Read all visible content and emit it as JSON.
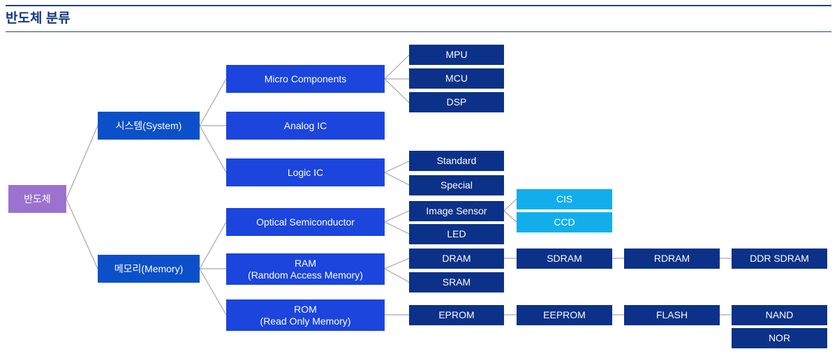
{
  "header": {
    "title": "반도체 분류",
    "rule_color": "#1f3f8f",
    "title_color": "#16387f"
  },
  "colors": {
    "root": "#9b72cf",
    "level1": "#0b50c8",
    "level2": "#1b45dd",
    "level3": "#0b3189",
    "sensor": "#12aeec",
    "connector": "#a6a6a6",
    "text": "#ffffff",
    "background": "#ffffff"
  },
  "diagram": {
    "type": "tree",
    "root": {
      "label": "반도체"
    },
    "branches": [
      {
        "label": "시스템(System)",
        "children": [
          {
            "label": "Micro Components",
            "children": [
              {
                "label": "MPU"
              },
              {
                "label": "MCU"
              },
              {
                "label": "DSP"
              }
            ]
          },
          {
            "label": "Analog IC",
            "children": []
          },
          {
            "label": "Logic IC",
            "children": [
              {
                "label": "Standard"
              },
              {
                "label": "Special"
              }
            ]
          }
        ]
      },
      {
        "label": "메모리(Memory)",
        "children": [
          {
            "label": "Optical Semiconductor",
            "children": [
              {
                "label": "Image Sensor",
                "children": [
                  {
                    "label": "CIS"
                  },
                  {
                    "label": "CCD"
                  }
                ]
              },
              {
                "label": "LED"
              }
            ]
          },
          {
            "label": "RAM\n(Random Access Memory)",
            "line1": "RAM",
            "line2": "(Random Access Memory)",
            "children": [
              {
                "label": "DRAM",
                "chain": [
                  {
                    "label": "SDRAM"
                  },
                  {
                    "label": "RDRAM"
                  },
                  {
                    "label": "DDR SDRAM"
                  }
                ]
              },
              {
                "label": "SRAM"
              }
            ]
          },
          {
            "label": "ROM\n(Read Only Memory)",
            "line1": "ROM",
            "line2": "(Read Only Memory)",
            "children": [
              {
                "label": "EPROM",
                "chain": [
                  {
                    "label": "EEPROM"
                  },
                  {
                    "label": "FLASH"
                  },
                  {
                    "label": "NAND"
                  },
                  {
                    "label": "NOR"
                  }
                ]
              }
            ]
          }
        ]
      }
    ],
    "nodes": {
      "root": "반도체",
      "system": "시스템(System)",
      "memory": "메모리(Memory)",
      "micro_components": "Micro Components",
      "analog_ic": "Analog IC",
      "logic_ic": "Logic IC",
      "optical_semiconductor": "Optical Semiconductor",
      "ram_line1": "RAM",
      "ram_line2": "(Random Access Memory)",
      "rom_line1": "ROM",
      "rom_line2": "(Read Only Memory)",
      "mpu": "MPU",
      "mcu": "MCU",
      "dsp": "DSP",
      "standard": "Standard",
      "special": "Special",
      "image_sensor": "Image Sensor",
      "led": "LED",
      "dram": "DRAM",
      "sram": "SRAM",
      "eprom": "EPROM",
      "cis": "CIS",
      "ccd": "CCD",
      "sdram": "SDRAM",
      "rdram": "RDRAM",
      "ddr_sdram": "DDR SDRAM",
      "eeprom": "EEPROM",
      "flash": "FLASH",
      "nand": "NAND",
      "nor": "NOR"
    }
  }
}
